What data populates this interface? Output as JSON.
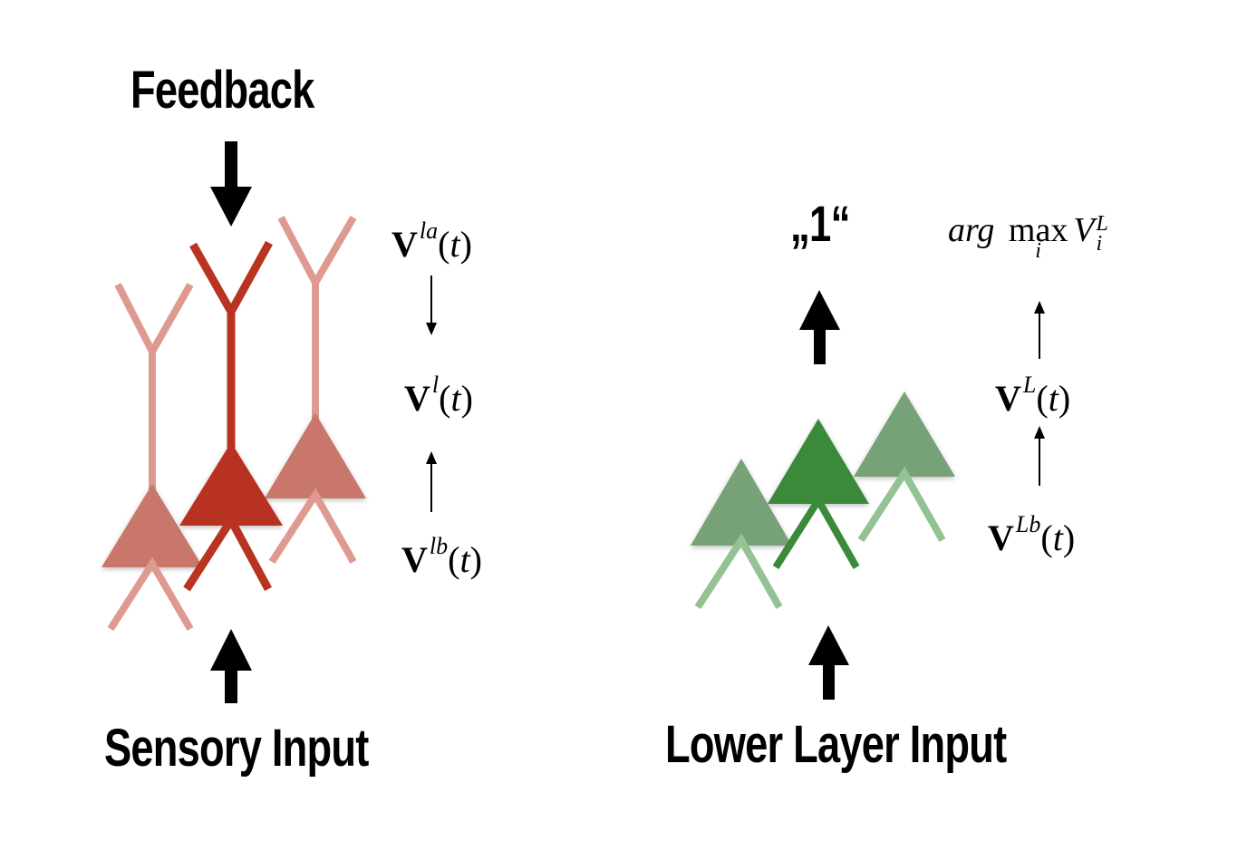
{
  "labels": {
    "feedback": "Feedback",
    "sensory_input": "Sensory Input",
    "lower_layer_input": "Lower Layer Input",
    "one": "„1“"
  },
  "math": {
    "v_la": {
      "base": "V",
      "sup": "la",
      "arg": "t"
    },
    "v_l": {
      "base": "V",
      "sup": "l",
      "arg": "t"
    },
    "v_lb": {
      "base": "V",
      "sup": "lb",
      "arg": "t"
    },
    "v_L": {
      "base": "V",
      "sup": "L",
      "arg": "t"
    },
    "v_Lb": {
      "base": "V",
      "sup": "Lb",
      "arg": "t"
    },
    "argmax": {
      "arg": "arg",
      "max": "max",
      "sub": "i",
      "var": "V",
      "var_sub": "i",
      "var_sup": "L"
    }
  },
  "colors": {
    "red_strong": "#b83320",
    "red_faded": "#c8776a",
    "red_line_faded": "#de9a90",
    "green_strong": "#3a8a3a",
    "green_faded": "#77a277",
    "green_line_faded": "#93c293",
    "arrow": "#000000"
  }
}
